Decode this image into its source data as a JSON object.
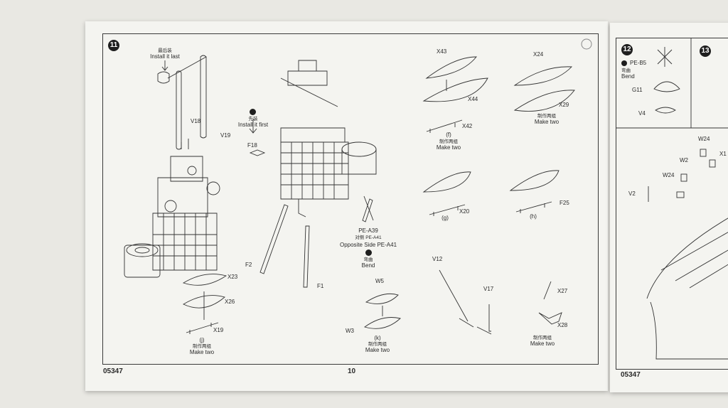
{
  "left_page": {
    "step_number": "11",
    "product_code": "05347",
    "page_number": "10",
    "labels": {
      "install_last_cn": "最后装",
      "install_last": "Install it last",
      "install_first_cn": "先装",
      "install_first": "Install it first",
      "f18": "F18",
      "v18": "V18",
      "v19": "V19",
      "f2": "F2",
      "f1": "F1",
      "x23": "X23",
      "x26": "X26",
      "x19": "X19",
      "j": "(j)",
      "make_two_cn_j": "制作两组",
      "make_two_j": "Make two",
      "pe_a39": "PE-A39",
      "opp_cn": "对侧 PE-A41",
      "opp_side": "Opposite Side PE-A41",
      "bend_cn": "弯曲",
      "bend": "Bend",
      "w5": "W5",
      "w3": "W3",
      "k": "(k)",
      "make_two_cn_k": "制作两组",
      "make_two_k": "Make two",
      "v12": "V12",
      "v17": "V17",
      "x27": "X27",
      "x28": "X28",
      "make_two_cn_x": "制作两组",
      "make_two_x": "Make two",
      "x43": "X43",
      "x44": "X44",
      "x42": "X42",
      "f": "(f)",
      "make_two_cn_f": "制作两组",
      "make_two_f": "Make two",
      "x24": "X24",
      "x29": "X29",
      "make_two_cn_x29": "制作两组",
      "make_two_x29": "Make two",
      "x20": "X20",
      "g": "(g)",
      "f25": "F25",
      "h": "(h)"
    }
  },
  "right_page": {
    "step_12": "12",
    "step_13": "13",
    "product_code": "05347",
    "labels": {
      "pe_b5": "PE-B5",
      "bend_cn": "弯曲",
      "bend": "Bend",
      "g11": "G11",
      "v4": "V4",
      "w24a": "W24",
      "w2": "W2",
      "x1": "X1",
      "w24b": "W24",
      "v2": "V2"
    }
  }
}
